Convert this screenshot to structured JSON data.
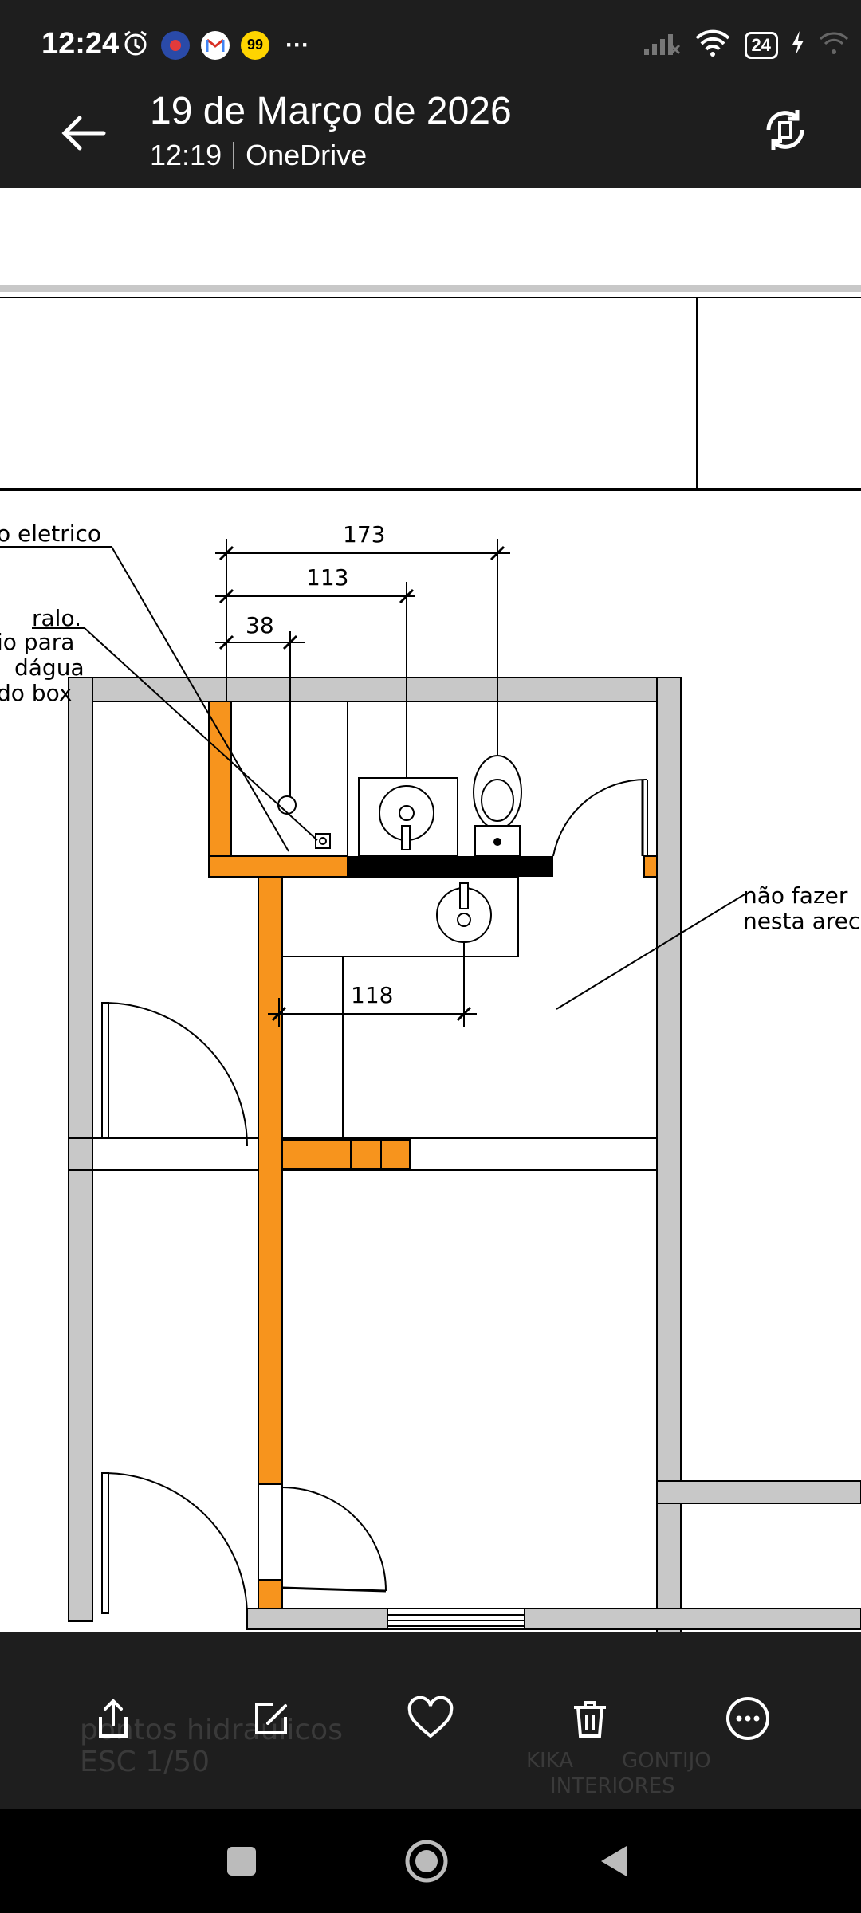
{
  "status_bar": {
    "time": "12:24",
    "battery": "24",
    "more_dots": "···"
  },
  "app_bar": {
    "title": "19 de Março de 2026",
    "time": "12:19",
    "source": "OneDrive"
  },
  "drawing": {
    "dims": {
      "d173": "173",
      "d113": "113",
      "d38": "38",
      "d118": "118"
    },
    "notes": {
      "eletrico": "o eletrico",
      "ralo": "ralo.",
      "ralo2": "io para",
      "ralo3": "dágua",
      "ralo4": "do box",
      "nao1": "não fazer",
      "nao2": "nesta arec"
    },
    "footer": {
      "pontos": "pontos hidraulicos",
      "escala": "ESC 1/50",
      "kika": "KIKA",
      "gontijo": "GONTIJO",
      "interiores": "INTERIORES"
    },
    "colors": {
      "orange": "#f7941d",
      "gray": "#c8c8c8"
    }
  },
  "actions": {
    "share": "share-icon",
    "edit": "edit-icon",
    "favorite": "heart-icon",
    "delete": "trash-icon",
    "more": "more-icon"
  }
}
